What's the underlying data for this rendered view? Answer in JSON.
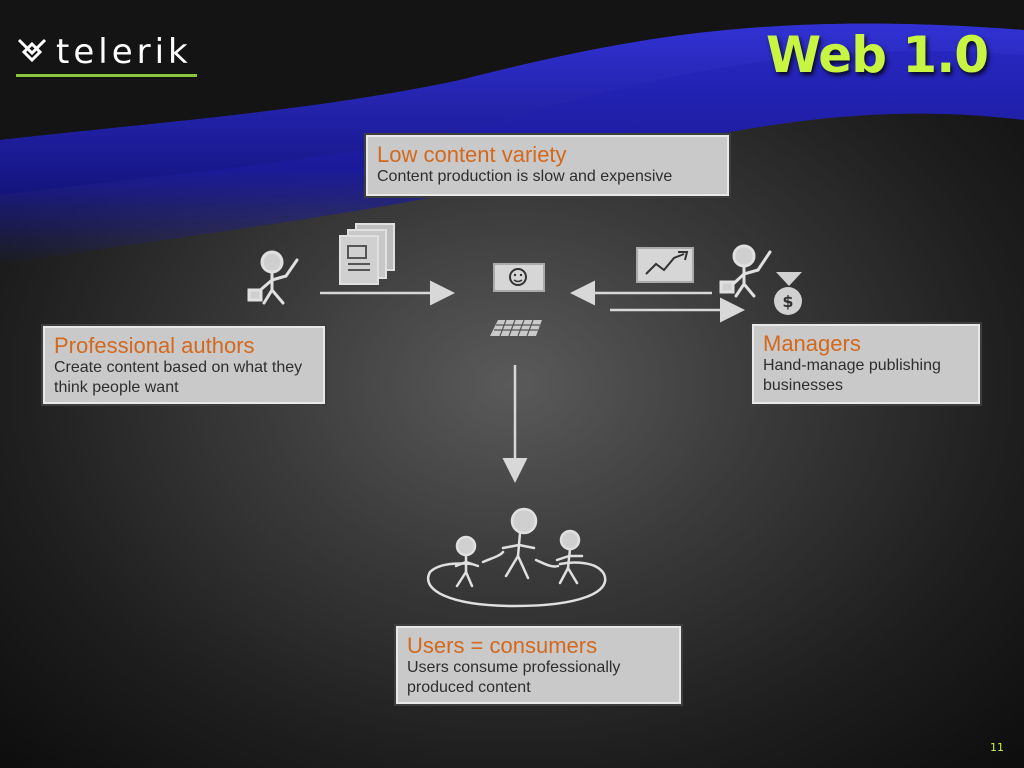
{
  "header": {
    "logo_text": "telerik",
    "slide_title": "Web 1.0"
  },
  "boxes": {
    "variety": {
      "heading": "Low content variety",
      "body": "Content production is slow and expensive"
    },
    "authors": {
      "heading": "Professional authors",
      "body": "Create content based on what they think people want"
    },
    "managers": {
      "heading": "Managers",
      "body": "Hand-manage publishing businesses"
    },
    "users": {
      "heading": "Users = consumers",
      "body": "Users consume professionally produced content"
    }
  },
  "footer": {
    "page_number": "11"
  },
  "colors": {
    "title": "#c8f542",
    "heading": "#d2691e",
    "accent_line": "#8cc63f",
    "wave": "#1c1ca8"
  },
  "icons": [
    "telerik-logo-icon",
    "author-figure-icon",
    "documents-icon",
    "website-icon",
    "chart-icon",
    "manager-figure-icon",
    "money-bag-icon",
    "users-group-icon"
  ]
}
